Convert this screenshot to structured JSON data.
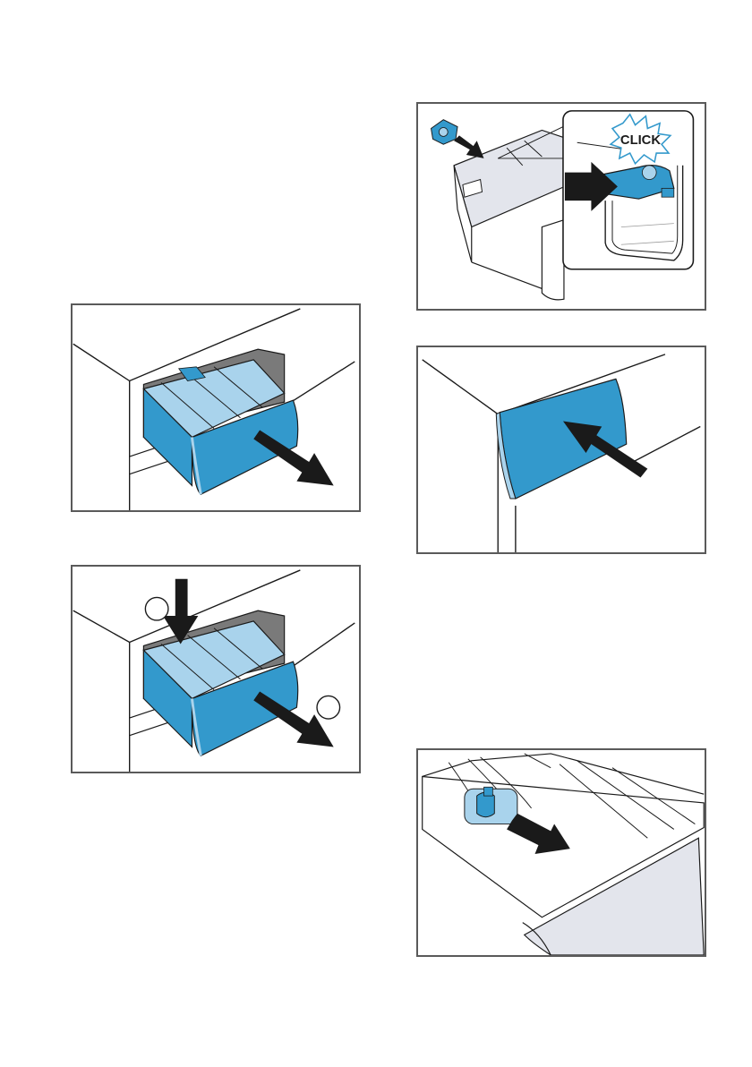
{
  "colors": {
    "accent_blue": "#3399cc",
    "light_blue": "#a9d3ec",
    "frame_gray": "#5a5a5a",
    "line_dark": "#1a1a1a",
    "panel_gray": "#e3e5ec"
  },
  "figures": [
    {
      "name": "pull-out-drawer-figure",
      "icons": [
        "drawer-icon",
        "pull-arrow-icon"
      ]
    },
    {
      "name": "press-release-and-pull-figure",
      "icons": [
        "drawer-icon",
        "press-down-arrow-icon",
        "pull-arrow-icon",
        "step-1-circle-icon",
        "step-2-circle-icon"
      ]
    },
    {
      "name": "insert-insert-click-figure",
      "icons": [
        "dosing-insert-icon",
        "insert-arrow-icon",
        "magnifier-detail-icon",
        "click-burst-icon"
      ],
      "callout_text": "CLICK"
    },
    {
      "name": "push-drawer-in-figure",
      "icons": [
        "drawer-front-icon",
        "push-arrow-icon"
      ]
    },
    {
      "name": "remove-insert-figure",
      "icons": [
        "dosing-insert-icon",
        "remove-arrow-icon"
      ]
    }
  ]
}
